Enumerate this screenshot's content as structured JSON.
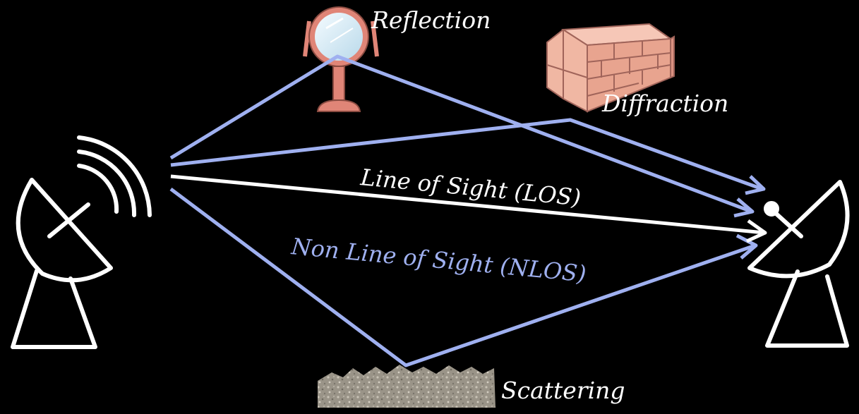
{
  "labels": {
    "reflection": "Reflection",
    "diffraction": "Diffraction",
    "los": "Line of Sight (LOS)",
    "nlos": "Non Line of Sight (NLOS)",
    "scattering": "Scattering"
  },
  "colors": {
    "background": "#000000",
    "los_path": "#ffffff",
    "nlos_path": "#9fb0f0",
    "nlos_text": "#9fb0f0",
    "label_text": "#ffffff",
    "mirror_frame": "#e08577",
    "brick": "#e8a48f",
    "scatter_surface": "#a9a296"
  },
  "icons": {
    "transmitter": "satellite-dish-icon",
    "receiver": "satellite-dish-icon",
    "reflector": "mirror-icon",
    "diffractor": "brick-wall-icon",
    "scatterer": "rough-surface-icon"
  }
}
